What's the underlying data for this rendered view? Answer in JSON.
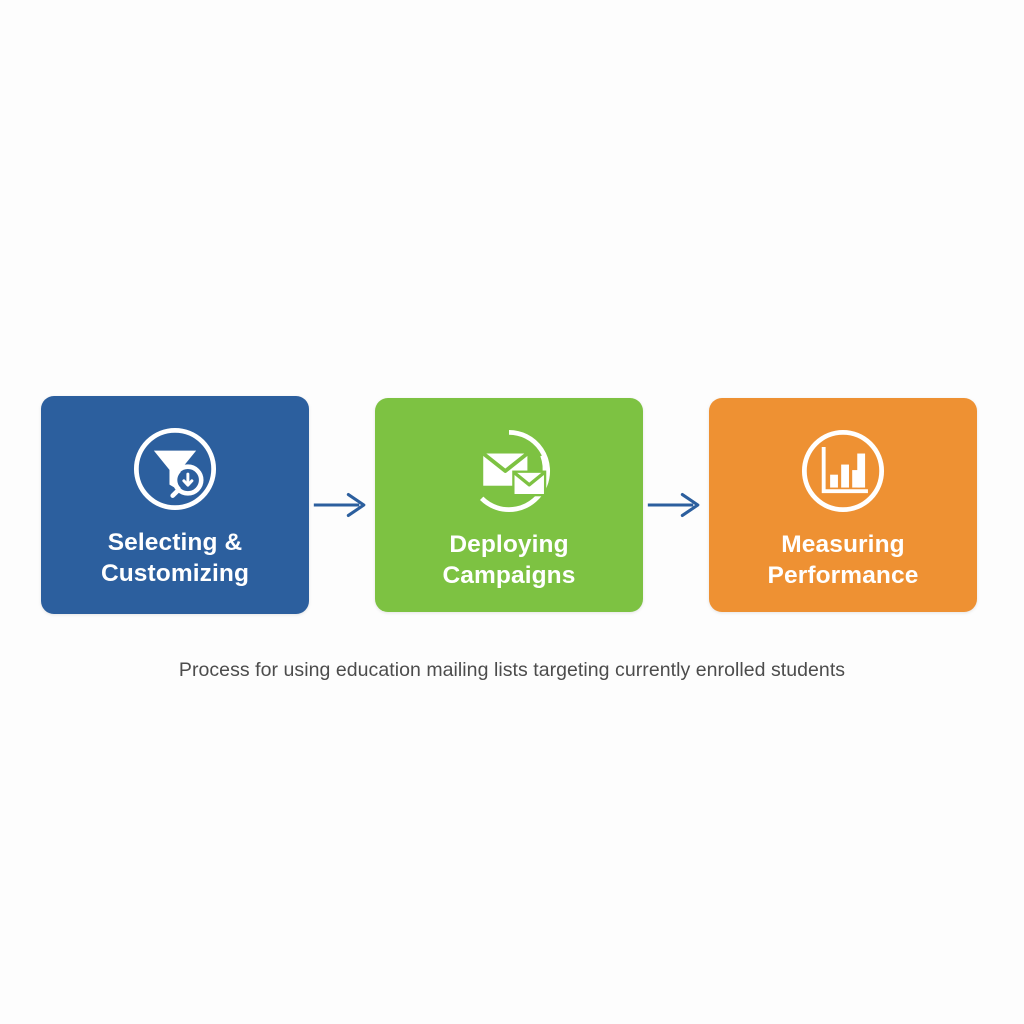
{
  "diagram": {
    "type": "process-flow",
    "background_color": "#fdfdfd",
    "caption": "Process for using education mailing lists targeting currently enrolled students",
    "caption_color": "#4c4c4c",
    "arrow_color": "#2c5f9e",
    "steps": [
      {
        "id": "step-1",
        "label_line_1": "Selecting &",
        "label_line_2": "Customizing",
        "color": "#2c5f9e",
        "icon": "funnel-search-icon",
        "icon_color": "#ffffff"
      },
      {
        "id": "step-2",
        "label_line_1": "Deploying",
        "label_line_2": "Campaigns",
        "color": "#7dc242",
        "icon": "envelopes-icon",
        "icon_color": "#ffffff"
      },
      {
        "id": "step-3",
        "label_line_1": "Measuring",
        "label_line_2": "Performance",
        "color": "#ee9133",
        "icon": "bar-chart-icon",
        "icon_color": "#ffffff"
      }
    ],
    "connectors": [
      {
        "id": "connector-1",
        "icon": "arrow-right-icon"
      },
      {
        "id": "connector-2",
        "icon": "arrow-right-icon"
      }
    ]
  }
}
